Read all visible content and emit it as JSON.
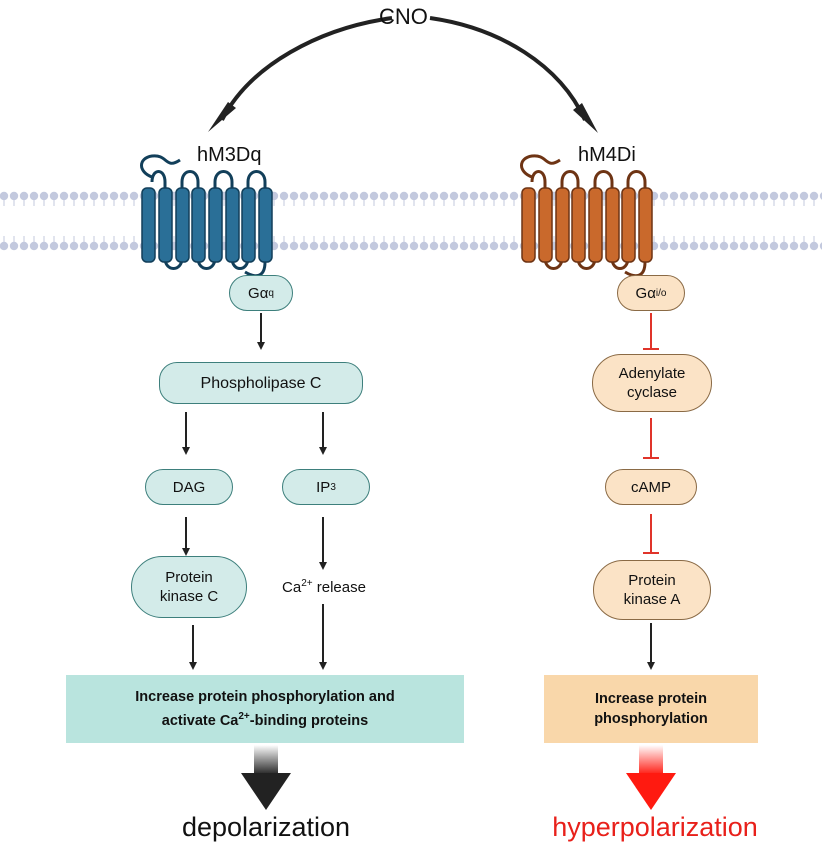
{
  "top": {
    "cno": "CNO"
  },
  "left": {
    "receptor": "hM3Dq",
    "g_protein": {
      "prefix": "Gα",
      "sub": "q"
    },
    "plc": "Phospholipase C",
    "dag": "DAG",
    "ip3": {
      "prefix": "IP",
      "sub": "3"
    },
    "pkc": {
      "line1": "Protein",
      "line2": "kinase C"
    },
    "ca_release": {
      "prefix": "Ca",
      "sup": "2+",
      "suffix": " release"
    },
    "result": {
      "line1": "Increase protein phosphorylation and",
      "line2_prefix": "activate Ca",
      "line2_sup": "2+",
      "line2_suffix": "-binding proteins"
    },
    "outcome": "depolarization"
  },
  "right": {
    "receptor": "hM4Di",
    "g_protein": {
      "prefix": "Gα",
      "sub": "i/o"
    },
    "adenylate": {
      "line1": "Adenylate",
      "line2": "cyclase"
    },
    "camp": "cAMP",
    "pka": {
      "line1": "Protein",
      "line2": "kinase A"
    },
    "result": {
      "line1": "Increase protein",
      "line2": "phosphorylation"
    },
    "outcome": "hyperpolarization"
  },
  "colors": {
    "left_receptor": "#2a6f97",
    "left_receptor_dark": "#123f5a",
    "right_receptor": "#c9692c",
    "right_receptor_dark": "#6e3414",
    "membrane": "#c3c9de",
    "teal_fill": "#d3ebe9",
    "peach_fill": "#fbe3c6",
    "result_teal": "#b9e4de",
    "result_peach": "#f9d7aa",
    "inhibit_red": "#e0342a",
    "outcome_red": "#e8201a"
  }
}
